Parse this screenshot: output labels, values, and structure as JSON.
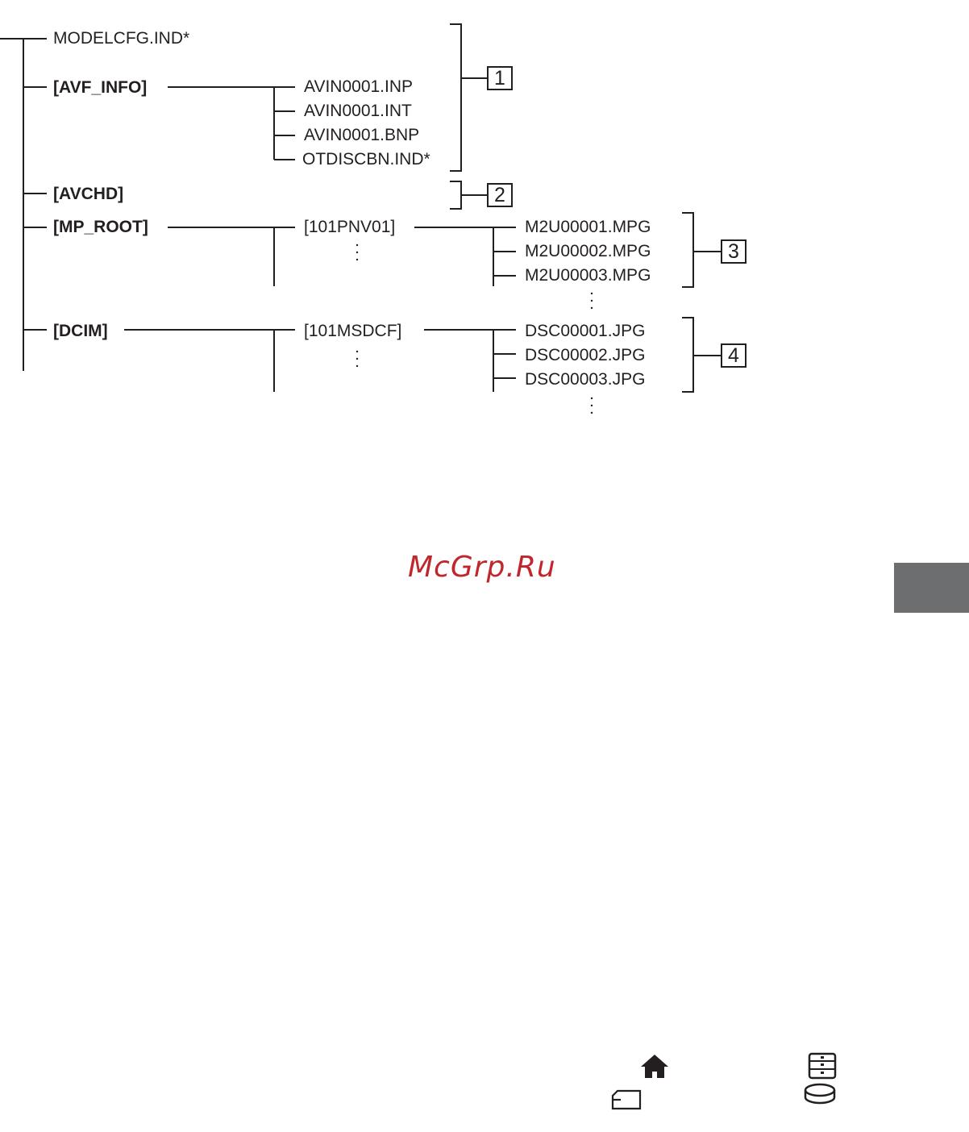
{
  "tree": {
    "root_file": "MODELCFG.IND*",
    "avf_info": {
      "folder": "[AVF_INFO]",
      "files": [
        "AVIN0001.INP",
        "AVIN0001.INT",
        "AVIN0001.BNP",
        "OTDISCBN.IND*"
      ]
    },
    "avchd": {
      "folder": "[AVCHD]"
    },
    "mp_root": {
      "folder": "[MP_ROOT]",
      "subfolder": "[101PNV01]",
      "files": [
        "M2U00001.MPG",
        "M2U00002.MPG",
        "M2U00003.MPG"
      ]
    },
    "dcim": {
      "folder": "[DCIM]",
      "subfolder": "[101MSDCF]",
      "files": [
        "DSC00001.JPG",
        "DSC00002.JPG",
        "DSC00003.JPG"
      ]
    },
    "group_labels": [
      "1",
      "2",
      "3",
      "4"
    ]
  },
  "watermark": "McGrp.Ru",
  "icons": [
    "home-icon",
    "memory-card-icon",
    "hard-disk-icon",
    "disc-icon"
  ]
}
